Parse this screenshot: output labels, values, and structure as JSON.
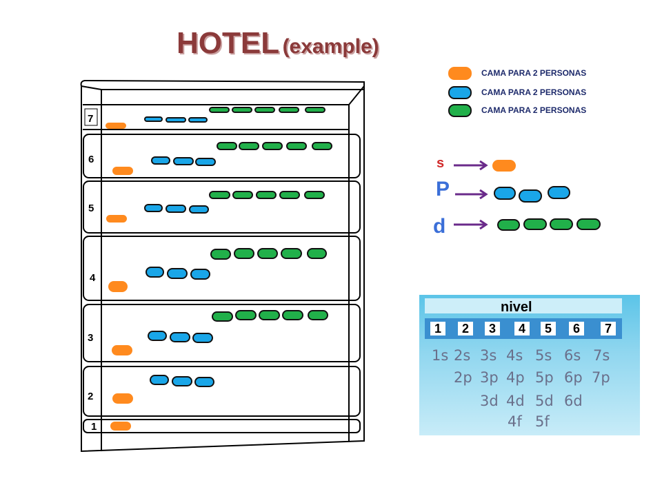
{
  "title": {
    "main": "HOTEL",
    "sub": "(example)"
  },
  "legend": [
    {
      "color": "orange",
      "label": "CAMA PARA 2 PERSONAS"
    },
    {
      "color": "blue",
      "label": "CAMA PARA 2 PERSONAS"
    },
    {
      "color": "green",
      "label": "CAMA PARA 2 PERSONAS"
    }
  ],
  "floors": [
    "7",
    "6",
    "5",
    "4",
    "3",
    "2",
    "1"
  ],
  "orbital_types": {
    "s": "s",
    "p": "P",
    "d": "d"
  },
  "nivel": {
    "title": "nivel",
    "levels": [
      "1",
      "2",
      "3",
      "4",
      "5",
      "6",
      "7"
    ],
    "rows": [
      [
        "1s",
        "2s",
        "3s",
        "4s",
        "5s",
        "6s",
        "7s"
      ],
      [
        "2p",
        "3p",
        "4p",
        "5p",
        "6p",
        "7p"
      ],
      [
        "3d",
        "4d",
        "5d",
        "6d"
      ],
      [
        "4f",
        "5f"
      ]
    ]
  },
  "colors": {
    "orange": "#ff8a1e",
    "blue": "#1aa6e8",
    "green": "#21b04a",
    "title": "#8b3a3a"
  }
}
